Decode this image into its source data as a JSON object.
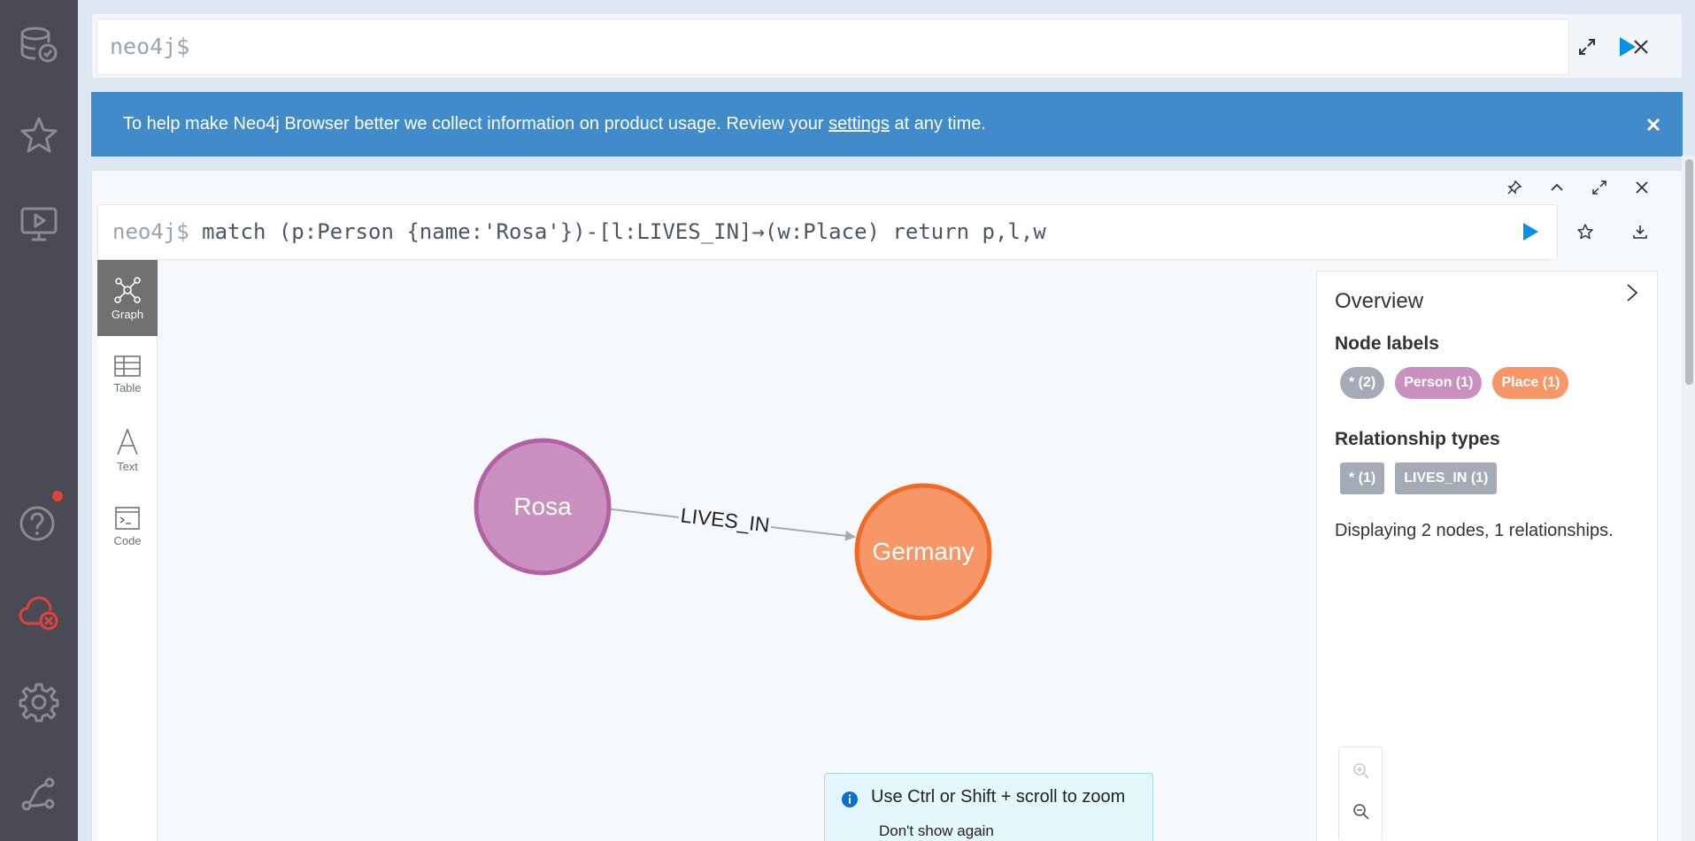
{
  "sidebar": {
    "items": [
      {
        "icon": "database-icon"
      },
      {
        "icon": "star-icon"
      },
      {
        "icon": "monitor-play-icon"
      },
      {
        "icon": "help-icon",
        "badge": true
      },
      {
        "icon": "cloud-disconnected-icon"
      },
      {
        "icon": "gear-icon"
      },
      {
        "icon": "plug-icon"
      }
    ],
    "colors": {
      "bg": "#4a4a55",
      "icon": "#8a8c93",
      "alert": "#e5413b"
    }
  },
  "editor": {
    "placeholder": "neo4j$"
  },
  "banner": {
    "text_before": "To help make Neo4j Browser better we collect information on product usage. Review your ",
    "link": "settings",
    "text_after": " at any time.",
    "color": "#428bca"
  },
  "frame": {
    "prompt": "neo4j$",
    "query": "match (p:Person {name:'Rosa'})-[l:LIVES_IN]→(w:Place) return p,l,w",
    "views": [
      {
        "label": "Graph",
        "icon": "graph-icon",
        "active": true
      },
      {
        "label": "Table",
        "icon": "table-icon",
        "active": false
      },
      {
        "label": "Text",
        "icon": "text-icon",
        "active": false
      },
      {
        "label": "Code",
        "icon": "code-icon",
        "active": false
      }
    ]
  },
  "graph": {
    "nodes": [
      {
        "label": "Rosa",
        "type": "Person",
        "fill": "#c990c0",
        "stroke": "#b261a5"
      },
      {
        "label": "Germany",
        "type": "Place",
        "fill": "#f79767",
        "stroke": "#f36924"
      }
    ],
    "relationship": {
      "label": "LIVES_IN"
    }
  },
  "overview": {
    "title": "Overview",
    "node_labels_heading": "Node labels",
    "node_labels": [
      {
        "text": "* (2)",
        "color": "#a5abb6"
      },
      {
        "text": "Person (1)",
        "color": "#c990c0"
      },
      {
        "text": "Place (1)",
        "color": "#f79767"
      }
    ],
    "rel_types_heading": "Relationship types",
    "rel_types": [
      {
        "text": "* (1)",
        "color": "#a5abb6"
      },
      {
        "text": "LIVES_IN (1)",
        "color": "#a5abb6"
      }
    ],
    "summary": "Displaying 2 nodes, 1 relationships."
  },
  "toast": {
    "message": "Use Ctrl or Shift + scroll to zoom",
    "dismiss": "Don't show again"
  }
}
